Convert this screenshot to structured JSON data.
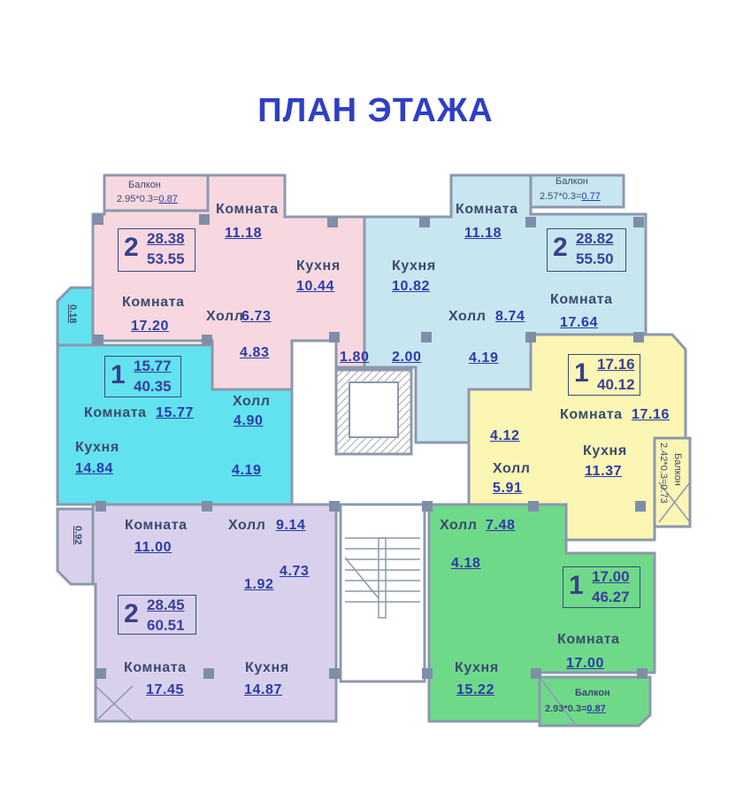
{
  "title": "ПЛАН ЭТАЖА",
  "colors": {
    "pink": "#f8d8e0",
    "lightblue": "#c8e6f0",
    "cyan": "#62e2ef",
    "yellow": "#fbf6b4",
    "green": "#6fd98a",
    "lavender": "#d9d1ec",
    "title": "#2f3fc4"
  },
  "apt_pink": {
    "rooms": "2",
    "living": "28.38",
    "total": "53.55",
    "balcony": {
      "label": "Балкон",
      "formula": "2.95*0.3=",
      "area": "0.87"
    },
    "room1": {
      "label": "Комната",
      "area": "11.18"
    },
    "room2": {
      "label": "Комната",
      "area": "17.20"
    },
    "kitchen": {
      "label": "Кухня",
      "area": "10.44"
    },
    "hall": {
      "label": "Холл",
      "area": "6.73"
    },
    "bath": "4.83",
    "wc": "1.80"
  },
  "apt_lightblue": {
    "rooms": "2",
    "living": "28.82",
    "total": "55.50",
    "balcony": {
      "label": "Балкон",
      "formula": "2.57*0.3=",
      "area": "0.77"
    },
    "room1": {
      "label": "Комната",
      "area": "11.18"
    },
    "room2": {
      "label": "Комната",
      "area": "17.64"
    },
    "kitchen": {
      "label": "Кухня",
      "area": "10.82"
    },
    "hall": {
      "label": "Холл",
      "area": "8.74"
    },
    "bath": "4.19",
    "wc": "2.00"
  },
  "apt_cyan": {
    "rooms": "1",
    "living": "15.77",
    "total": "40.35",
    "bay": "0.18",
    "room": {
      "label": "Комната",
      "area": "15.77"
    },
    "kitchen": {
      "label": "Кухня",
      "area": "14.84"
    },
    "hall": {
      "label": "Холл",
      "area": "4.90"
    },
    "bath": "4.19"
  },
  "apt_yellow": {
    "rooms": "1",
    "living": "17.16",
    "total": "40.12",
    "balcony": {
      "label": "Балкон",
      "formula": "2.42*0.3=0.73"
    },
    "room": {
      "label": "Комната",
      "area": "17.16"
    },
    "kitchen": {
      "label": "Кухня",
      "area": "11.37"
    },
    "hall": {
      "label": "Холл",
      "area": "5.91"
    },
    "bath": "4.12"
  },
  "apt_lavender": {
    "rooms": "2",
    "living": "28.45",
    "total": "60.51",
    "bay": "0.92",
    "room1": {
      "label": "Комната",
      "area": "11.00"
    },
    "room2": {
      "label": "Комната",
      "area": "17.45"
    },
    "kitchen": {
      "label": "Кухня",
      "area": "14.87"
    },
    "hall": {
      "label": "Холл",
      "area": "9.14"
    },
    "wc": "1.92",
    "bath": "4.73"
  },
  "apt_green": {
    "rooms": "1",
    "living": "17.00",
    "total": "46.27",
    "balcony": {
      "label": "Балкон",
      "formula": "2.93*0.3=",
      "area": "0.87"
    },
    "room": {
      "label": "Комната",
      "area": "17.00"
    },
    "kitchen": {
      "label": "Кухня",
      "area": "15.22"
    },
    "hall": {
      "label": "Холл",
      "area": "7.48"
    },
    "bath": "4.18"
  }
}
